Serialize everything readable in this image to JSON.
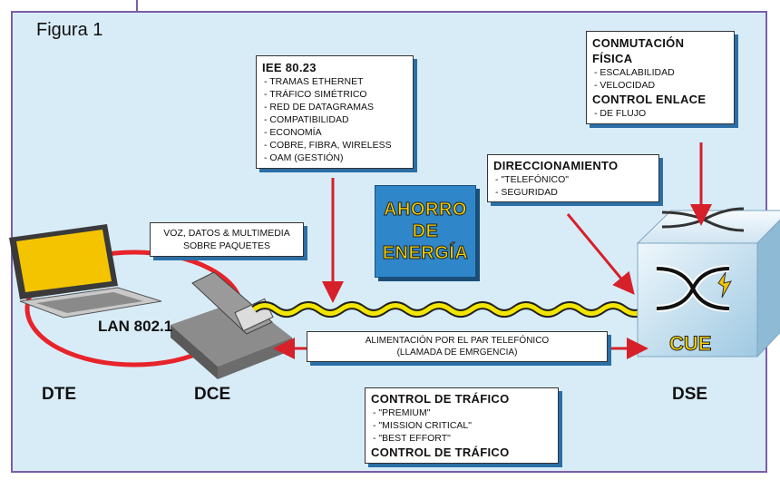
{
  "figure_title": "Figura 1",
  "ieee_box": {
    "heading": "IEE 80.23",
    "items": [
      "TRAMAS ETHERNET",
      "TRÁFICO SIMÉTRICO",
      "RED DE DATAGRAMAS",
      "COMPATIBILIDAD",
      "ECONOMÍA",
      "COBRE, FIBRA, WIRELESS",
      "OAM (GESTIÓN)"
    ]
  },
  "switching_box": {
    "heading1": "CONMUTACIÓN",
    "heading2": "FÍSICA",
    "items1": [
      "ESCALABILIDAD",
      "VELOCIDAD"
    ],
    "heading3": "CONTROL ENLACE",
    "items2": [
      "DE FLUJO"
    ]
  },
  "addressing_box": {
    "heading": "DIRECCIONAMIENTO",
    "items": [
      "\"TELEFÓNICO\"",
      "SEGURIDAD"
    ]
  },
  "voice_box": {
    "line1": "VOZ, DATOS & MULTIMEDIA",
    "line2": "SOBRE PAQUETES"
  },
  "power_box": {
    "line1": "ALIMENTACIÓN POR EL PAR TELEFÓNICO",
    "line2": "(LLAMADA DE EMRGENCIA)"
  },
  "traffic_box": {
    "heading": "CONTROL DE TRÁFICO",
    "items": [
      "\"PREMIUM\"",
      "\"MISSION CRITICAL\"",
      "\"BEST EFFORT\""
    ],
    "footer": "CONTROL DE TRÁFICO"
  },
  "energy_badge": {
    "line1": "AHORRO",
    "line2": "DE",
    "line3": "ENERGÍA"
  },
  "cue_label": "CUE",
  "lan_label": "LAN 802.1",
  "dte_label": "DTE",
  "dce_label": "DCE",
  "dse_label": "DSE",
  "colors": {
    "arrow": "#d6202a",
    "shadow": "#2b6fa6",
    "background": "#d8ecf8",
    "cable": "#f2e600"
  }
}
